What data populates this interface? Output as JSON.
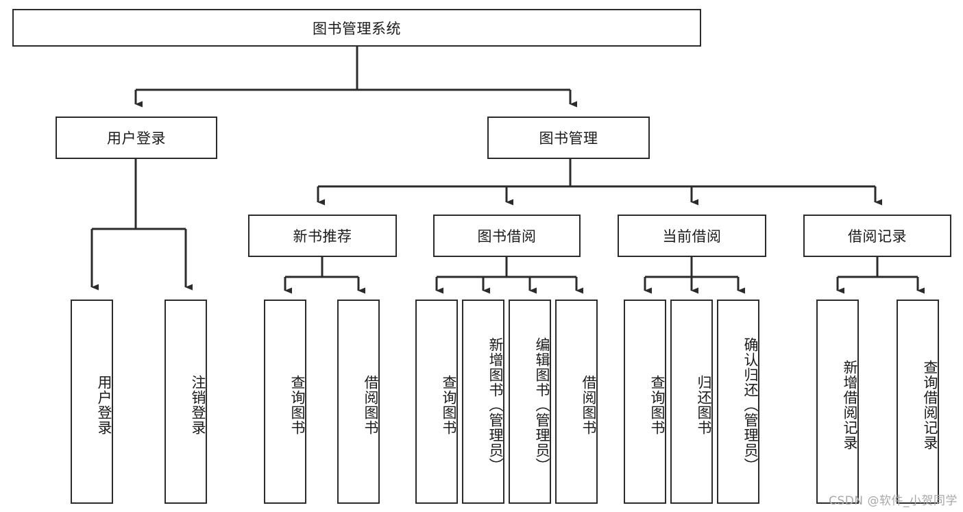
{
  "diagram": {
    "title": "图书管理系统",
    "type": "tree-hierarchy-chart",
    "colors": {
      "box_border": "#2b2b2b",
      "connector": "#2b2b2b",
      "background": "#ffffff",
      "text": "#1a1a1a",
      "watermark": "#a8a8a8"
    },
    "root": {
      "label": "图书管理系统"
    },
    "level2": [
      {
        "label": "用户登录"
      },
      {
        "label": "图书管理"
      }
    ],
    "level3": [
      {
        "label": "新书推荐"
      },
      {
        "label": "图书借阅"
      },
      {
        "label": "当前借阅"
      },
      {
        "label": "借阅记录"
      }
    ],
    "leaves": {
      "user_login": [
        {
          "label": "用户登录"
        },
        {
          "label": "注销登录"
        }
      ],
      "new_book_recommend": [
        {
          "label": "查询图书"
        },
        {
          "label": "借阅图书"
        }
      ],
      "book_borrow": [
        {
          "label": "查询图书"
        },
        {
          "label": "新增图书（管理员）"
        },
        {
          "label": "编辑图书（管理员）"
        },
        {
          "label": "借阅图书"
        }
      ],
      "current_borrow": [
        {
          "label": "查询图书"
        },
        {
          "label": "归还图书"
        },
        {
          "label": "确认归还（管理员）"
        }
      ],
      "borrow_records": [
        {
          "label": "新增借阅记录"
        },
        {
          "label": "查询借阅记录"
        }
      ]
    }
  },
  "watermark": {
    "text": "CSDN @软件_小贺同学"
  }
}
